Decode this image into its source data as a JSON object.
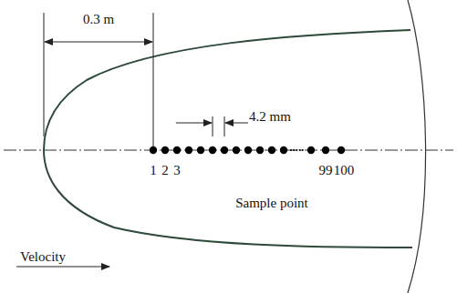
{
  "diagram": {
    "labels": [
      "0.3 m",
      "4.2 mm",
      "1",
      "2",
      "3",
      "99",
      "100",
      "Sample point",
      "Velocity"
    ]
  }
}
